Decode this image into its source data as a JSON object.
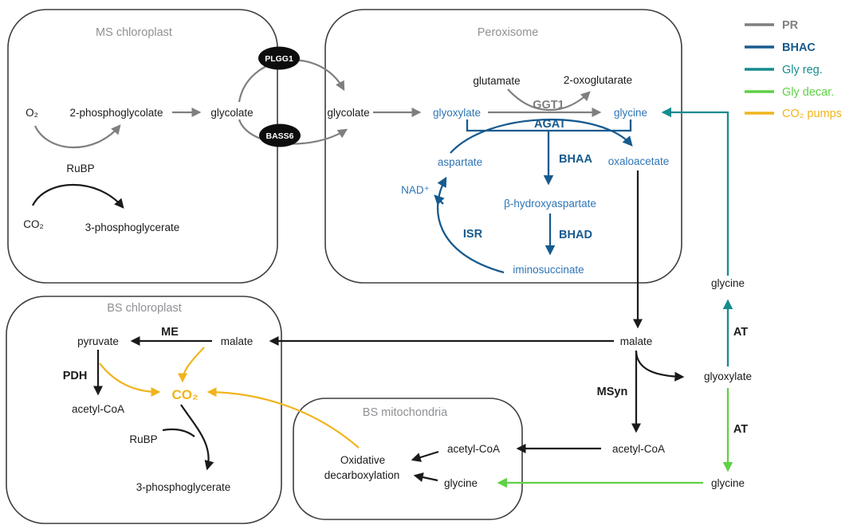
{
  "legend": {
    "items": [
      {
        "label": "PR",
        "color": "#808080"
      },
      {
        "label": "BHAC",
        "color": "#175a8e"
      },
      {
        "label": "Gly reg.",
        "color": "#178b8d"
      },
      {
        "label": "Gly decar.",
        "color": "#5fd146"
      },
      {
        "label": "CO₂ pumps",
        "color": "#f0b41c"
      }
    ]
  },
  "colors": {
    "metabolite_blue": "#2e75b6",
    "enzyme_blue": "#175a8e",
    "pr_gray": "#7f7f7f",
    "gly_reg_teal": "#178b8d",
    "gly_decar_green": "#5fd146",
    "co2_pump_yellow": "#f0b41c",
    "black": "#1a1a1a"
  },
  "ms_chloroplast": {
    "title": "MS chloroplast",
    "o2": "O₂",
    "phosphoglycolate": "2-phosphoglycolate",
    "glycolate": "glycolate",
    "rubp": "RuBP",
    "co2": "CO₂",
    "phosphoglycerate": "3-phosphoglycerate"
  },
  "transporters": {
    "plgg1": "PLGG1",
    "bass6": "BASS6"
  },
  "peroxisome": {
    "title": "Peroxisome",
    "glycolate": "glycolate",
    "glutamate": "glutamate",
    "oxoglutarate": "2-oxoglutarate",
    "ggt1": "GGT1",
    "glyoxylate": "glyoxylate",
    "glycine": "glycine",
    "agat": "AGAT",
    "aspartate": "aspartate",
    "bhaa": "BHAA",
    "oxaloacetate": "oxaloacetate",
    "nad": "NAD⁺",
    "beta_hydroxyaspartate": "β-hydroxyaspartate",
    "isr": "ISR",
    "bhad": "BHAD",
    "iminosuccinate": "iminosuccinate"
  },
  "shuttle": {
    "glycine_top": "glycine",
    "at_upper": "AT",
    "glyoxylate": "glyoxylate",
    "at_lower": "AT",
    "glycine_bottom": "glycine",
    "malate": "malate",
    "msyn": "MSyn",
    "acetyl_coa": "acetyl-CoA"
  },
  "bs_chloroplast": {
    "title": "BS chloroplast",
    "pyruvate": "pyruvate",
    "me": "ME",
    "malate": "malate",
    "pdh": "PDH",
    "acetyl_coa": "acetyl-CoA",
    "co2": "CO₂",
    "rubp": "RuBP",
    "phosphoglycerate": "3-phosphoglycerate"
  },
  "bs_mitochondria": {
    "title": "BS mitochondria",
    "oxidative_line1": "Oxidative",
    "oxidative_line2": "decarboxylation",
    "acetyl_coa": "acetyl-CoA",
    "glycine": "glycine"
  }
}
